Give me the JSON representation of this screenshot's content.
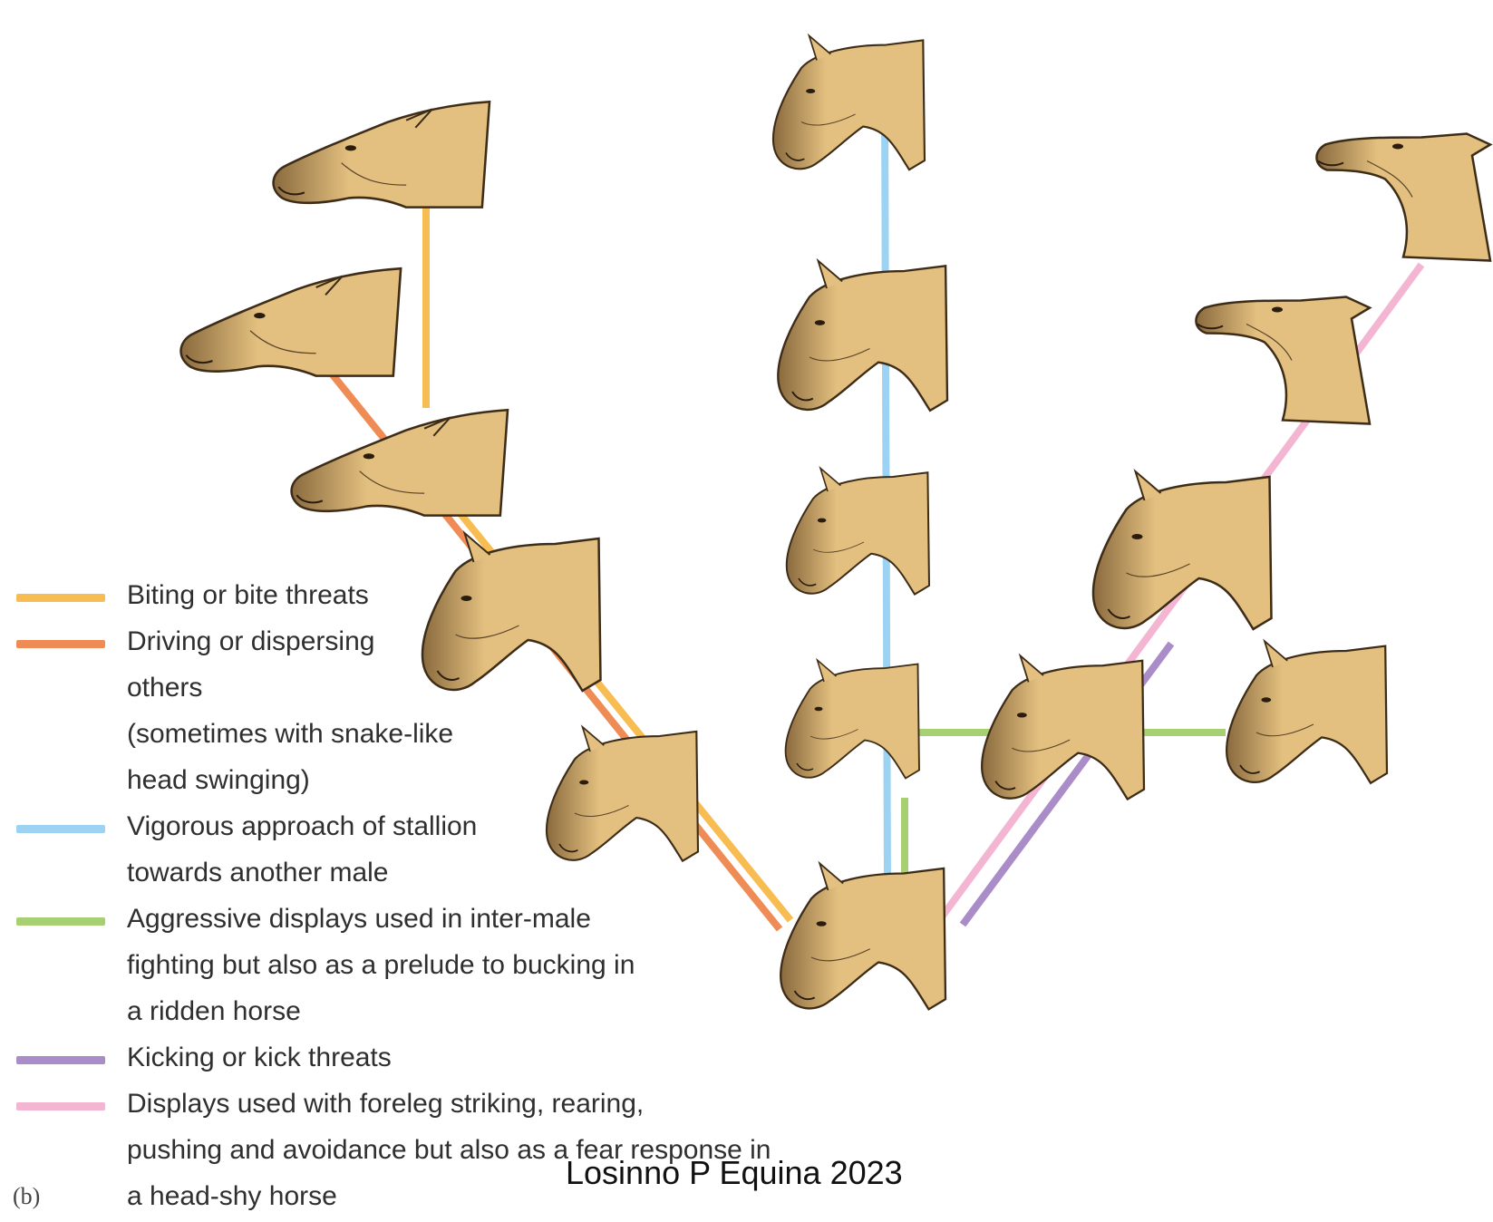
{
  "colors": {
    "biting": "#f7bd53",
    "driving": "#ef8c55",
    "approach": "#9dd3f2",
    "aggressive": "#a6d072",
    "kicking": "#a98cc8",
    "foreleg": "#f3b5d2",
    "head_fill": "#e3c07f",
    "head_stroke": "#3d2c17"
  },
  "legend": [
    {
      "color_key": "biting",
      "lines": [
        "Biting or bite threats"
      ]
    },
    {
      "color_key": "driving",
      "lines": [
        "Driving or dispersing",
        "others",
        "(sometimes with snake-like",
        "head swinging)"
      ]
    },
    {
      "color_key": "approach",
      "lines": [
        "Vigorous approach of stallion",
        "towards another male"
      ]
    },
    {
      "color_key": "aggressive",
      "lines": [
        "Aggressive displays used in inter-male",
        "fighting but also as a prelude to bucking in",
        "a ridden horse"
      ]
    },
    {
      "color_key": "kicking",
      "lines": [
        "Kicking or kick threats"
      ]
    },
    {
      "color_key": "foreleg",
      "lines": [
        "Displays used with foreleg striking, rearing,",
        "pushing and avoidance but also as a fear response in",
        "a head-shy horse"
      ]
    }
  ],
  "panel_label": "(b)",
  "credit": "Losinno P Equina 2023"
}
